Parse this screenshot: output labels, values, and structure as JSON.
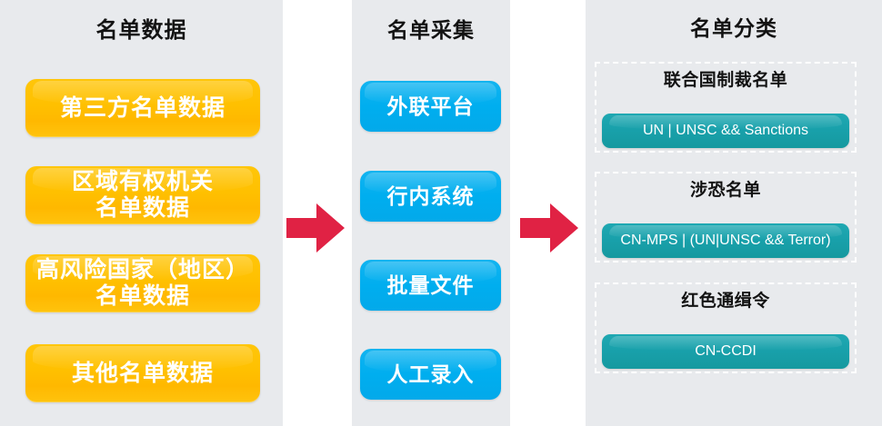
{
  "colors": {
    "panel_bg": "#e8eaed",
    "canvas_bg": "#ffffff",
    "yellow": "#ffc000",
    "blue": "#00aeef",
    "teal": "#18a0aa",
    "arrow_red": "#e02244",
    "title_text": "#131313",
    "pill_text": "#ffffff",
    "dashed_border": "#ffffff"
  },
  "columns": {
    "source": {
      "title": "名单数据",
      "items": [
        {
          "label": "第三方名单数据"
        },
        {
          "label": "区域有权机关\n名单数据"
        },
        {
          "label": "高风险国家（地区）\n名单数据"
        },
        {
          "label": "其他名单数据"
        }
      ]
    },
    "collection": {
      "title": "名单采集",
      "items": [
        {
          "label": "外联平台"
        },
        {
          "label": "行内系统"
        },
        {
          "label": "批量文件"
        },
        {
          "label": "人工录入"
        }
      ]
    },
    "classification": {
      "title": "名单分类",
      "groups": [
        {
          "title": "联合国制裁名单",
          "item": "UN | UNSC && Sanctions"
        },
        {
          "title": "涉恐名单",
          "item": "CN-MPS | (UN|UNSC && Terror)"
        },
        {
          "title": "红色通缉令",
          "item": "CN-CCDI"
        }
      ]
    }
  },
  "arrows": [
    {
      "name": "arrow-source-to-collection",
      "direction": "right"
    },
    {
      "name": "arrow-collection-to-classification",
      "direction": "right"
    }
  ]
}
